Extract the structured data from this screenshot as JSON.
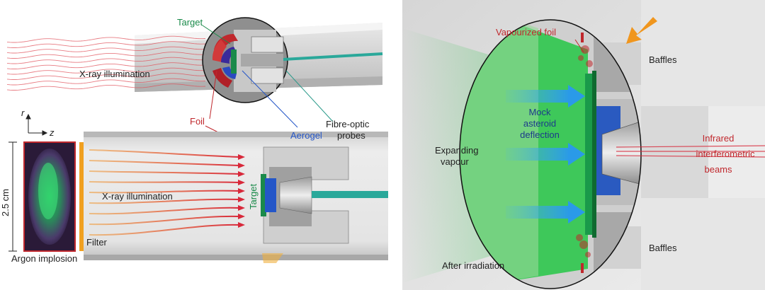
{
  "left_panel": {
    "labels": {
      "target_top": "Target",
      "xray_top": "X-ray illumination",
      "foil": "Foil",
      "fibre_optic": "Fibre-optic",
      "probes": "probes",
      "aerogel": "Aerogel",
      "target_vertical": "Target",
      "xray_bottom": "X-ray illumination",
      "filter": "Filter",
      "scale": "2.5 cm",
      "argon": "Argon implosion",
      "axis_r": "r",
      "axis_z": "z"
    },
    "colors": {
      "target": "#1a8a4a",
      "foil": "#c0282d",
      "aerogel": "#2456c8",
      "fibre": "#2a9a8a",
      "text": "#222222"
    }
  },
  "right_panel": {
    "labels": {
      "vaporized_foil": "Vapourized foil",
      "baffles_top": "Baffles",
      "baffles_bottom": "Baffles",
      "mock_1": "Mock",
      "mock_2": "asteroid",
      "mock_3": "deflection",
      "expanding_1": "Expanding",
      "expanding_2": "vapour",
      "infrared_1": "Infrared",
      "infrared_2": "interferometric",
      "infrared_3": "beams",
      "after": "After irradiation"
    },
    "colors": {
      "vapour": "#3ec85a",
      "infrared": "#c0282d",
      "mock": "#1c3a8a",
      "arrow": "#3aa8e8"
    }
  }
}
